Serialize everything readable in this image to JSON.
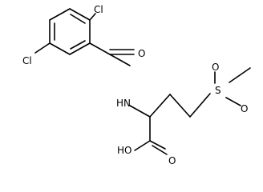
{
  "structure": {
    "atoms": {
      "cl_top": "Cl",
      "cl_left": "Cl",
      "amide_o": "O",
      "amide_n": "HN",
      "sulfur": "S",
      "sulfonyl_o_upper": "O",
      "sulfonyl_o_lower": "O",
      "acid_o": "O",
      "acid_oh": "HO"
    }
  },
  "colors": {
    "bond": "#000000",
    "background": "#ffffff"
  }
}
